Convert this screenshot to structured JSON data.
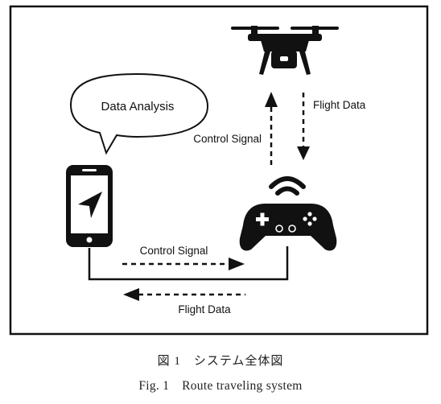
{
  "diagram": {
    "bubble_text": "Data Analysis",
    "drone_down_label": "Flight Data",
    "drone_up_label": "Control Signal",
    "phone_to_controller_label": "Control Signal",
    "controller_to_phone_label": "Flight Data"
  },
  "caption": {
    "japanese": "図 1　システム全体図",
    "english": "Fig. 1　Route traveling system"
  }
}
